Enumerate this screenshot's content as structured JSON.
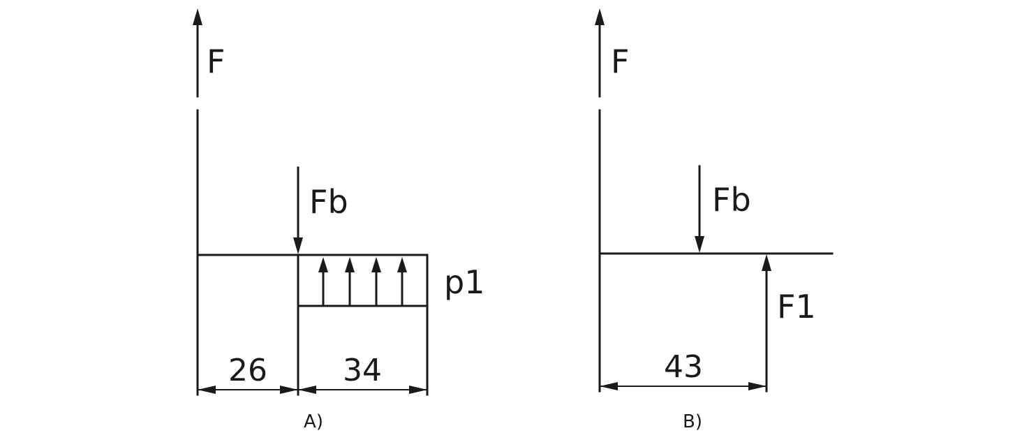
{
  "diagram_a": {
    "caption": "A)",
    "force_up_label": "F",
    "force_down_label": "Fb",
    "distributed_load_label": "p1",
    "dimension_left": "26",
    "dimension_right": "34"
  },
  "diagram_b": {
    "caption": "B)",
    "force_up_label": "F",
    "force_down_label": "Fb",
    "reaction_label": "F1",
    "dimension": "43"
  }
}
